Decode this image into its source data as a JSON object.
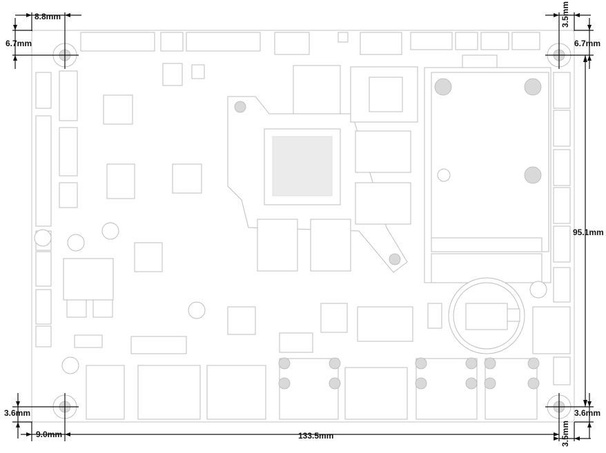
{
  "dimensions": {
    "top_left_horizontal": "8.8mm",
    "top_left_vertical": "6.7mm",
    "top_right_vertical": "3.5mm",
    "top_right_horizontal": "6.7mm",
    "right_height": "95.1mm",
    "bottom_left_vertical": "3.6mm",
    "bottom_left_horizontal": "9.0mm",
    "bottom_width": "133.5mm",
    "bottom_right_vertical": "3.5mm",
    "bottom_right_horizontal": "3.6mm"
  },
  "colors": {
    "board_outline": "#cfcfcf",
    "component": "#bdbdbd",
    "dimension_line": "#111111"
  }
}
